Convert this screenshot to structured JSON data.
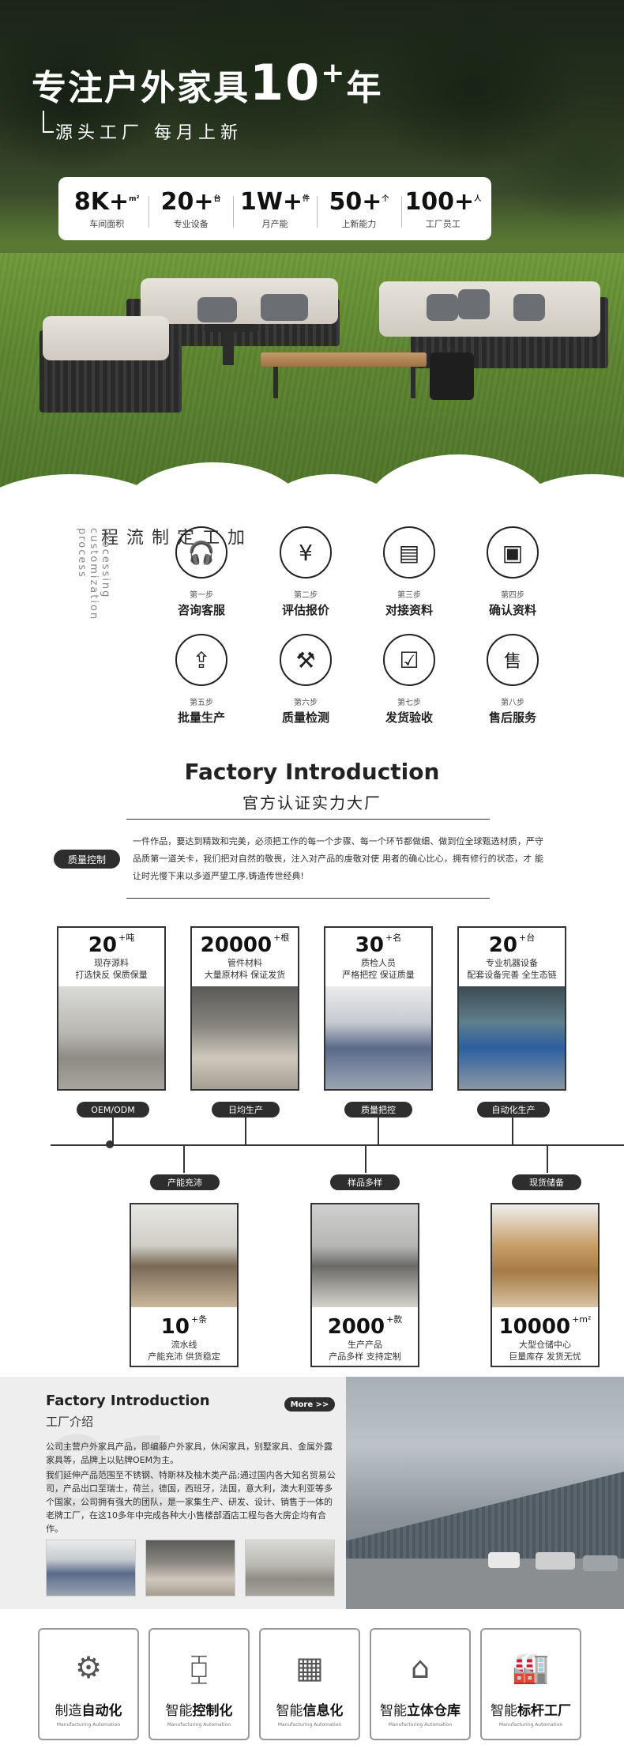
{
  "hero": {
    "title_main": "专注户外家具",
    "title_big": "10",
    "title_sup": "+",
    "title_end": "年",
    "subtitle": "源头工厂 每月上新",
    "stats": [
      {
        "value": "8K+",
        "unit": "m²",
        "label": "车间面积"
      },
      {
        "value": "20+",
        "unit": "台",
        "label": "专业设备"
      },
      {
        "value": "1W+",
        "unit": "件",
        "label": "月产能"
      },
      {
        "value": "50+",
        "unit": "个",
        "label": "上新能力"
      },
      {
        "value": "100+",
        "unit": "人",
        "label": "工厂员工"
      }
    ]
  },
  "process": {
    "title": "加工定制流程",
    "subtitle": "Processing customization process",
    "steps": [
      {
        "num": "第一步",
        "label": "咨询客服",
        "icon": "headset-icon"
      },
      {
        "num": "第二步",
        "label": "评估报价",
        "icon": "yen-cycle-icon"
      },
      {
        "num": "第三步",
        "label": "对接资料",
        "icon": "profile-document-icon"
      },
      {
        "num": "第四步",
        "label": "确认资料",
        "icon": "document-check-icon"
      },
      {
        "num": "第五步",
        "label": "批量生产",
        "icon": "stacked-upload-icon"
      },
      {
        "num": "第六步",
        "label": "质量检测",
        "icon": "hammer-icon"
      },
      {
        "num": "第七步",
        "label": "发货验收",
        "icon": "clipboard-check-icon"
      },
      {
        "num": "第八步",
        "label": "售后服务",
        "icon": "after-sales-icon"
      }
    ]
  },
  "factory": {
    "title": "Factory Introduction",
    "subtitle": "官方认证实力大厂",
    "badge": "质量控制",
    "text": "一件作品，要达到精致和完美，必须把工作的每一个步骤、每一个环节都做细、做到位全球甄选材质，严守品质第一道关卡，我们把对自然的敬畏，注入对产品的虔敬对使 用者的确心比心，拥有修行的状态，才 能让时光慢下来以多道严望工序,铸造传世经典!",
    "top_cards": [
      {
        "num": "20",
        "sup": "+吨",
        "l1": "现存源料",
        "l2": "打选快反 保质保量",
        "pill": "OEM/ODM"
      },
      {
        "num": "20000",
        "sup": "+根",
        "l1": "管件材料",
        "l2": "大量原材料 保证发货",
        "pill": "日均生产"
      },
      {
        "num": "30",
        "sup": "+名",
        "l1": "质检人员",
        "l2": "严格把控 保证质量",
        "pill": "质量把控"
      },
      {
        "num": "20",
        "sup": "+台",
        "l1": "专业机器设备",
        "l2": "配套设备完善 全生态链",
        "pill": "自动化生产"
      }
    ],
    "bottom_cards": [
      {
        "num": "10",
        "sup": "+条",
        "l1": "流水线",
        "l2": "产能充沛 供货稳定",
        "pill": "产能充沛"
      },
      {
        "num": "2000",
        "sup": "+款",
        "l1": "生产产品",
        "l2": "产品多样 支持定制",
        "pill": "样品多样"
      },
      {
        "num": "10000",
        "sup": "+m²",
        "l1": "大型仓储中心",
        "l2": "巨量库存 发货无忧",
        "pill": "现货储备"
      }
    ]
  },
  "intro": {
    "watermark": "01",
    "title": "Factory Introduction",
    "subtitle": "工厂介绍",
    "more": "More >>",
    "p1": "公司主营户外家具产品，即编藤户外家具，休闲家具，别墅家具、金属外露家具等，品牌上以贴牌OEM为主。",
    "p2": "我们延伸产品范围至不锈钢、特斯林及柚木类产品;通过国内各大知名贸易公司，产品出口至瑞士，荷兰，德国，西班牙，法国，意大利，澳大利亚等多个国家，公司拥有强大的团队，是一家集生产、研发、设计、销售于一体的老牌工厂，在这10多年中完成各种大小售楼部酒店工程与各大房企均有合作。"
  },
  "features": [
    {
      "pre": "制造",
      "bold": "自动化",
      "en": "Manufacturing Automation",
      "icon": "gears-wrench-icon"
    },
    {
      "pre": "智能",
      "bold": "控制化",
      "en": "Manufacturing Automation",
      "icon": "sliders-icon"
    },
    {
      "pre": "智能",
      "bold": "信息化",
      "en": "Manufacturing Automation",
      "icon": "chart-image-icon"
    },
    {
      "pre": "智能",
      "bold": "立体仓库",
      "en": "Manufacturing Automation",
      "icon": "warehouse-icon"
    },
    {
      "pre": "智能",
      "bold": "标杆工厂",
      "en": "Manufacturing Automation",
      "icon": "factory-icon"
    }
  ]
}
